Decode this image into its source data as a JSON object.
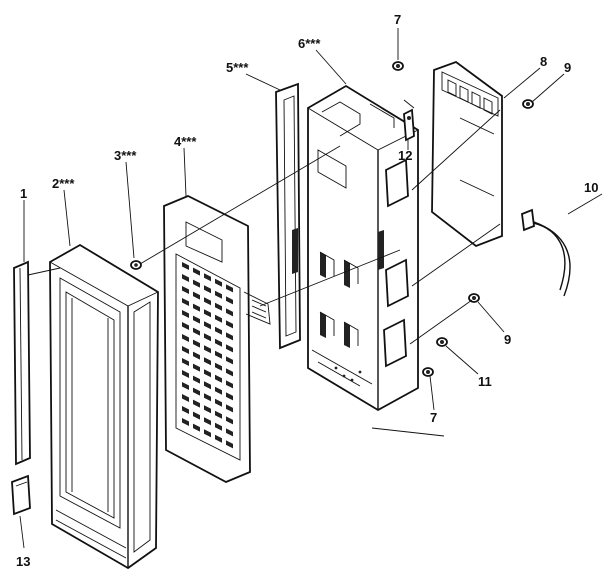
{
  "labels": {
    "p1": "1",
    "p2": "2***",
    "p3": "3***",
    "p4": "4***",
    "p5": "5***",
    "p6": "6***",
    "p7a": "7",
    "p7b": "7",
    "p8": "8",
    "p9a": "9",
    "p9b": "9",
    "p10": "10",
    "p11": "11",
    "p12": "12",
    "p13": "13"
  }
}
